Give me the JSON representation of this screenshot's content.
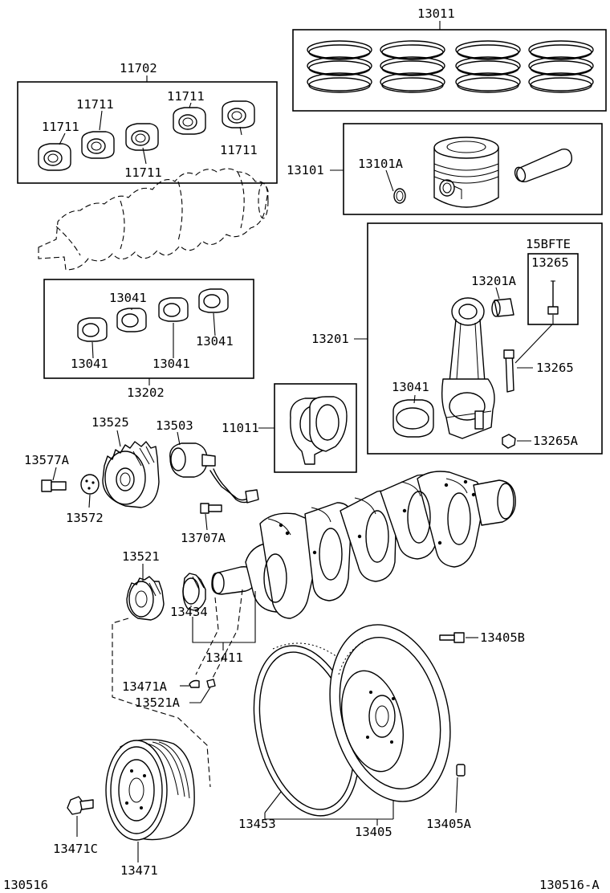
{
  "labels": {
    "l13011": "13011",
    "l11702": "11702",
    "l11711": "11711",
    "l13101": "13101",
    "l13101a": "13101A",
    "l15bfte": "15BFTE",
    "l13265": "13265",
    "l13201a": "13201A",
    "l13201": "13201",
    "l13041": "13041",
    "l13202": "13202",
    "l13265a": "13265A",
    "l11011": "11011",
    "l13525": "13525",
    "l13503": "13503",
    "l13577a": "13577A",
    "l13572": "13572",
    "l13707a": "13707A",
    "l13521": "13521",
    "l13434": "13434",
    "l13411": "13411",
    "l13471a": "13471A",
    "l13521a": "13521A",
    "l13405b": "13405B",
    "l13453": "13453",
    "l13405a": "13405A",
    "l13405": "13405",
    "l13471c": "13471C",
    "l13471": "13471"
  },
  "footer": {
    "left_code": "130516",
    "right_code": "130516-A"
  }
}
